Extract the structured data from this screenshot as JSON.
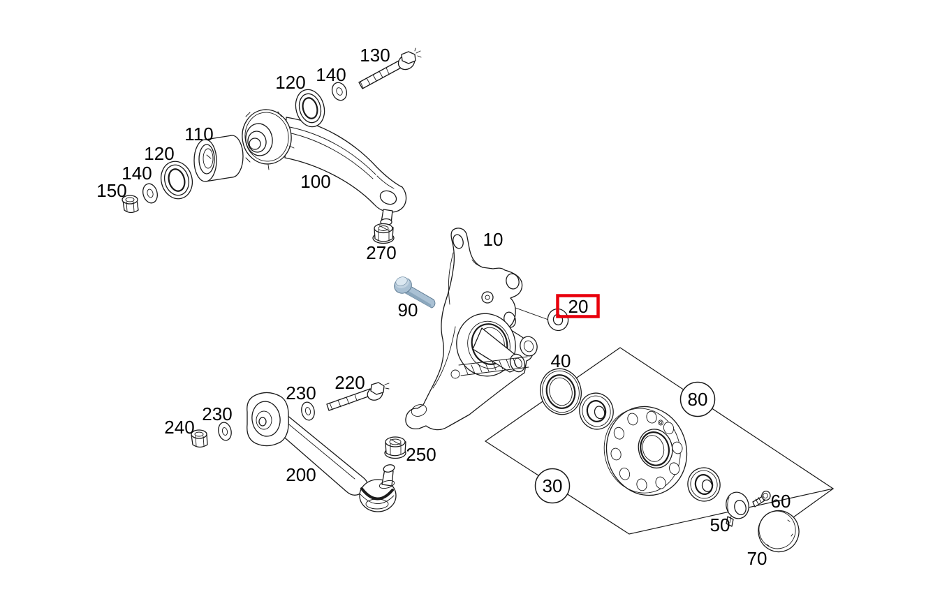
{
  "diagram": {
    "kind": "exploded-parts-diagram",
    "background_color": "#ffffff",
    "line_color": "#1a1a1a",
    "highlight_box_color": "#e8000c",
    "colored_bolt_fill": "#aac1d4",
    "highlighted_callout": "20"
  },
  "callouts": {
    "c10": {
      "text": "10"
    },
    "c20": {
      "text": "20",
      "highlighted": true
    },
    "c30": {
      "text": "30",
      "circled": true
    },
    "c40": {
      "text": "40"
    },
    "c50": {
      "text": "50"
    },
    "c60": {
      "text": "60"
    },
    "c70": {
      "text": "70"
    },
    "c80": {
      "text": "80",
      "circled": true
    },
    "c90": {
      "text": "90"
    },
    "c100": {
      "text": "100"
    },
    "c110": {
      "text": "110"
    },
    "c120_top": {
      "text": "120"
    },
    "c120_left": {
      "text": "120"
    },
    "c130": {
      "text": "130"
    },
    "c140_top": {
      "text": "140"
    },
    "c140_left": {
      "text": "140"
    },
    "c150": {
      "text": "150"
    },
    "c200": {
      "text": "200"
    },
    "c220": {
      "text": "220"
    },
    "c230_top": {
      "text": "230"
    },
    "c230_left": {
      "text": "230"
    },
    "c240": {
      "text": "240"
    },
    "c250": {
      "text": "250"
    },
    "c270": {
      "text": "270"
    }
  }
}
